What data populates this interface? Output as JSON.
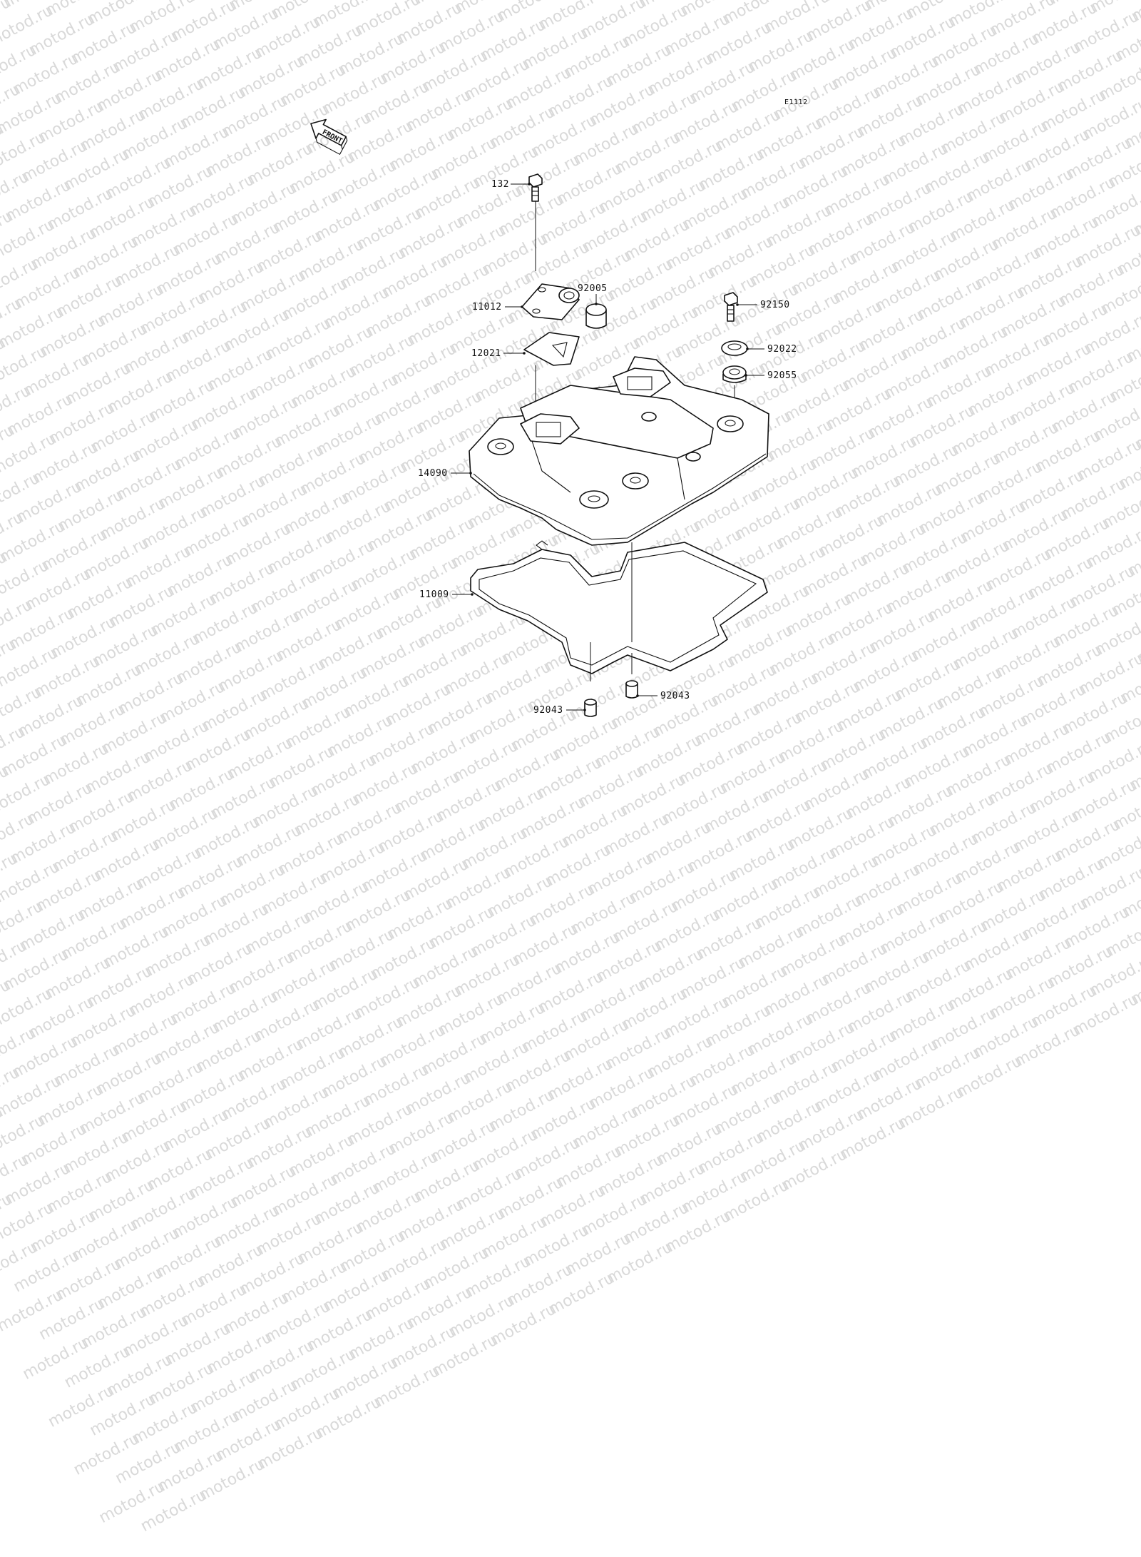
{
  "watermark": {
    "text": "motod.ru"
  },
  "diagram": {
    "ref_code": "E1112",
    "front_label": "FRONT"
  },
  "parts": [
    {
      "id": "132",
      "label": "132"
    },
    {
      "id": "11012",
      "label": "11012"
    },
    {
      "id": "92005",
      "label": "92005"
    },
    {
      "id": "12021",
      "label": "12021"
    },
    {
      "id": "92150",
      "label": "92150"
    },
    {
      "id": "92022",
      "label": "92022"
    },
    {
      "id": "92055",
      "label": "92055"
    },
    {
      "id": "14090",
      "label": "14090"
    },
    {
      "id": "11009",
      "label": "11009"
    },
    {
      "id": "92043a",
      "label": "92043"
    },
    {
      "id": "92043b",
      "label": "92043"
    }
  ],
  "colors": {
    "line": "#111111",
    "watermark": "#d9d9d9",
    "background": "#ffffff"
  }
}
